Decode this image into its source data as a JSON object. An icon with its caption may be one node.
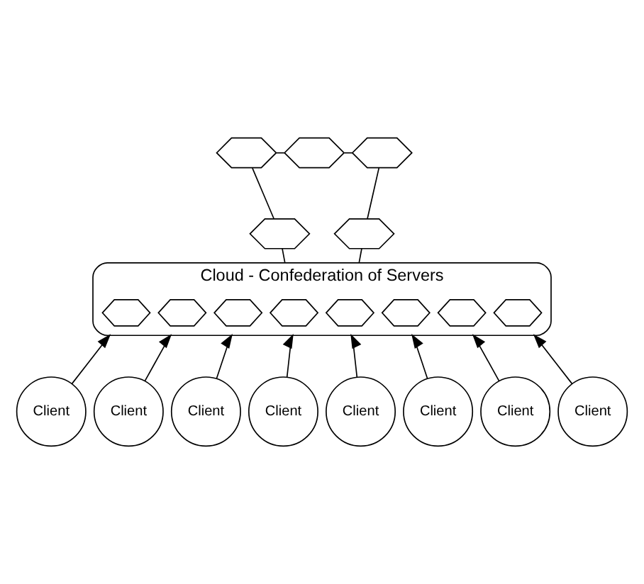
{
  "diagram": {
    "nodes": [
      {
        "text": [],
        "shape": "hexagon"
      },
      {
        "text": [],
        "shape": "hexagon"
      },
      {
        "text": [],
        "shape": "hexagon"
      },
      {
        "text": [],
        "shape": "hexagon"
      },
      {
        "text": [],
        "shape": "hexagon"
      },
      {
        "text": [
          "Cloud - Confederation of Servers"
        ]
      },
      {
        "text": [],
        "shape": "hexagon",
        "in": 5
      },
      {
        "text": [],
        "shape": "hexagon",
        "in": 5
      },
      {
        "text": [],
        "shape": "hexagon",
        "in": 5
      },
      {
        "text": [],
        "shape": "hexagon",
        "in": 5
      },
      {
        "text": [],
        "shape": "hexagon",
        "in": 5
      },
      {
        "text": [],
        "shape": "hexagon",
        "in": 5
      },
      {
        "text": [],
        "shape": "hexagon",
        "in": 5
      },
      {
        "text": [],
        "shape": "hexagon",
        "in": 5
      },
      {
        "text": [
          "Client"
        ]
      },
      {
        "text": [
          "Client"
        ]
      },
      {
        "text": [
          "Client"
        ]
      },
      {
        "text": [
          "Client"
        ]
      },
      {
        "text": [
          "Client"
        ]
      },
      {
        "text": [
          "Client"
        ]
      },
      {
        "text": [
          "Client"
        ]
      },
      {
        "text": [
          "Client"
        ]
      }
    ],
    "edges": [
      {
        "from": 0,
        "to": 1,
        "arrow": "none"
      },
      {
        "from": 1,
        "to": 2,
        "arrow": "none"
      },
      {
        "from": 0,
        "to": 3,
        "arrow": "none"
      },
      {
        "from": 2,
        "to": 4,
        "arrow": "none"
      },
      {
        "from": 3,
        "to": 5,
        "arrow": "none"
      },
      {
        "from": 4,
        "to": 5,
        "arrow": "none"
      },
      {
        "from": 14,
        "to": 5,
        "arrow": "to"
      },
      {
        "from": 15,
        "to": 5,
        "arrow": "to"
      },
      {
        "from": 16,
        "to": 5,
        "arrow": "to"
      },
      {
        "from": 17,
        "to": 5,
        "arrow": "to"
      },
      {
        "from": 18,
        "to": 5,
        "arrow": "to"
      },
      {
        "from": 19,
        "to": 5,
        "arrow": "to"
      },
      {
        "from": 20,
        "to": 5,
        "arrow": "to"
      },
      {
        "from": 21,
        "to": 5,
        "arrow": "to"
      }
    ]
  }
}
